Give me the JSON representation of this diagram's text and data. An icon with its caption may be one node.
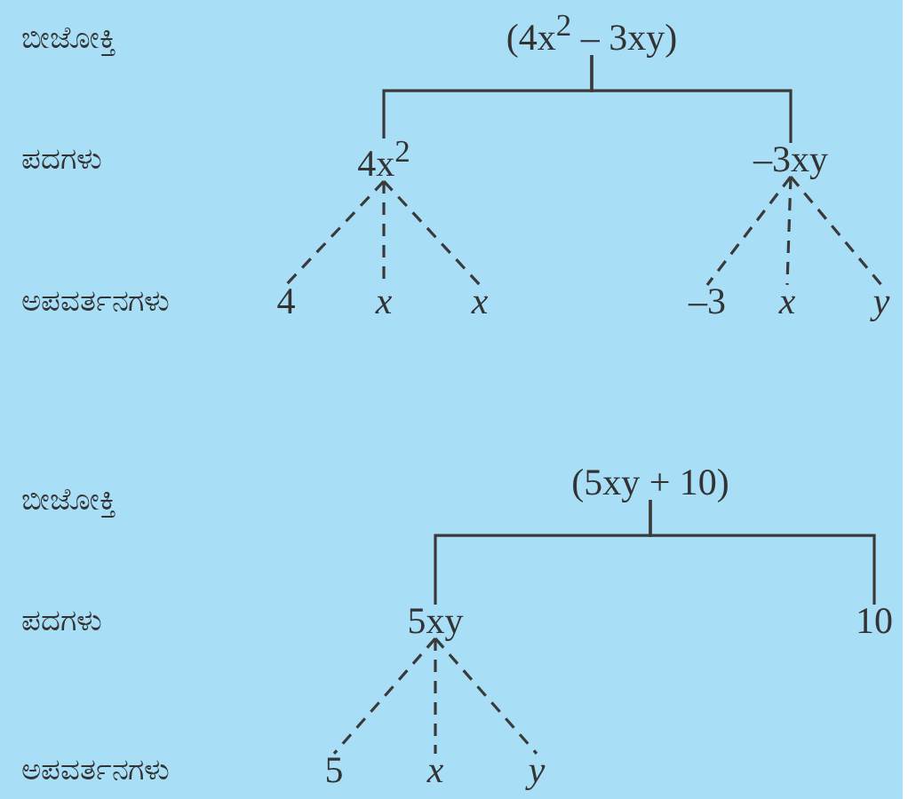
{
  "diagram": {
    "nodes": [
      {
        "text": [
          "(4x$^{2}$ – 3xy)"
        ]
      },
      {
        "text": [
          "4x$^{2}$"
        ]
      },
      {
        "text": [
          "–3xy"
        ]
      },
      {
        "text": [
          "4"
        ]
      },
      {
        "text": [
          "x"
        ]
      },
      {
        "text": [
          "x"
        ]
      },
      {
        "text": [
          "–3"
        ]
      },
      {
        "text": [
          "x"
        ]
      },
      {
        "text": [
          "y"
        ]
      },
      {
        "text": [
          "(5xy + 10)"
        ]
      },
      {
        "text": [
          "5xy"
        ]
      },
      {
        "text": [
          "10"
        ]
      },
      {
        "text": [
          "5"
        ]
      },
      {
        "text": [
          "x"
        ]
      },
      {
        "text": [
          "y"
        ]
      }
    ],
    "edges": [
      {
        "from": 0,
        "to": 1,
        "arrow": "none"
      },
      {
        "from": 0,
        "to": 2,
        "arrow": "none"
      },
      {
        "from": 1,
        "to": 3,
        "arrow": "none",
        "style": "dashed"
      },
      {
        "from": 1,
        "to": 4,
        "arrow": "none",
        "style": "dashed"
      },
      {
        "from": 1,
        "to": 5,
        "arrow": "none",
        "style": "dashed"
      },
      {
        "from": 2,
        "to": 6,
        "arrow": "none",
        "style": "dashed"
      },
      {
        "from": 2,
        "to": 7,
        "arrow": "none",
        "style": "dashed"
      },
      {
        "from": 2,
        "to": 8,
        "arrow": "none",
        "style": "dashed"
      },
      {
        "from": 9,
        "to": 10,
        "arrow": "none"
      },
      {
        "from": 9,
        "to": 11,
        "arrow": "none"
      },
      {
        "from": 10,
        "to": 12,
        "arrow": "none",
        "style": "dashed"
      },
      {
        "from": 10,
        "to": 13,
        "arrow": "none",
        "style": "dashed"
      },
      {
        "from": 10,
        "to": 14,
        "arrow": "none",
        "style": "dashed"
      }
    ],
    "labels": [
      "ಬೀಜೋಕ್ತಿ",
      "ಪದಗಳು",
      "ಅಪವರ್ತನಗಳು",
      "ಬೀಜೋಕ್ತಿ",
      "ಪದಗಳು",
      "ಅಪವರ್ತನಗಳು"
    ]
  }
}
